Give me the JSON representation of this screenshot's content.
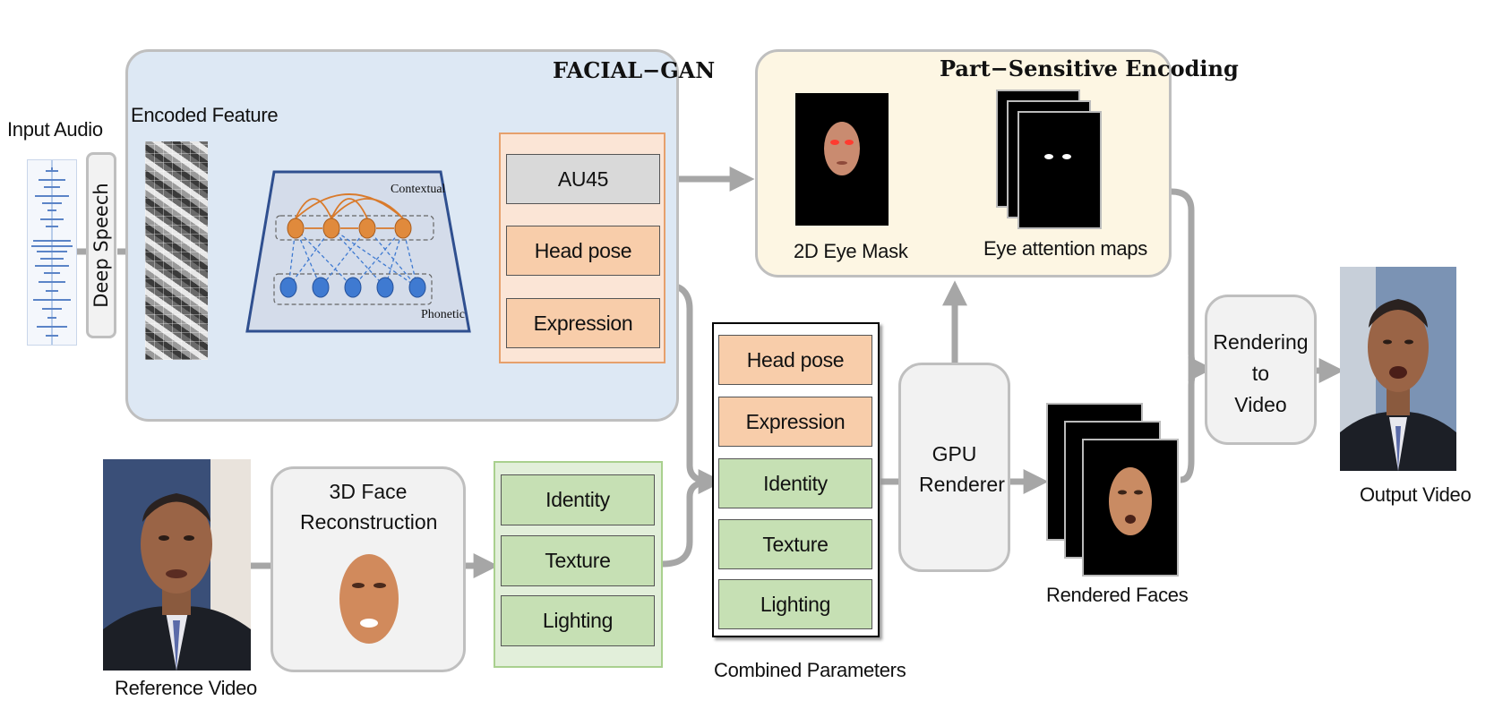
{
  "labels": {
    "input_audio": "Input Audio",
    "deep_speech": "Deep Speech",
    "encoded_feature": "Encoded Feature",
    "facial_gan": "FACIAL−GAN",
    "contextual": "Contextual",
    "phonetic": "Phonetic",
    "part_sensitive": "Part−Sensitive Encoding",
    "eye_mask": "2D Eye Mask",
    "eye_attention": "Eye attention maps",
    "face_reconstruction": "3D Face Reconstruction",
    "reference_video": "Reference Video",
    "combined_parameters": "Combined Parameters",
    "gpu_renderer": "GPU Renderer",
    "rendered_faces": "Rendered Faces",
    "rendering_to_video_1": "Rendering",
    "rendering_to_video_2": "to",
    "rendering_to_video_3": "Video",
    "output_video": "Output Video"
  },
  "gan_outputs": [
    "AU45",
    "Head pose",
    "Expression"
  ],
  "recon_params": [
    "Identity",
    "Texture",
    "Lighting"
  ],
  "combined_params": [
    "Head pose",
    "Expression",
    "Identity",
    "Texture",
    "Lighting"
  ],
  "colors": {
    "gan_panel": "#dde8f4",
    "part_panel": "#fdf6e3",
    "peach": "#f8cdaa",
    "green": "#c6e0b4",
    "grey_box": "#d9d9d9",
    "arrow": "#a6a6a6",
    "node_orange": "#e08a3c",
    "node_blue": "#3f7ad1"
  }
}
